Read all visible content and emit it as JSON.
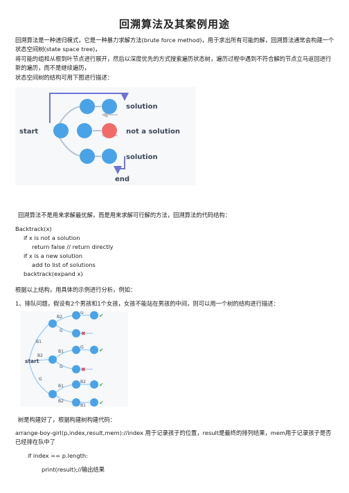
{
  "title": "回溯算法及其案例用途",
  "paragraphs": {
    "p1": "回溯算法是一种递归模式，它是一种暴力求解方法(brute force method)，用于求出所有可能的解，回溯算法通常会构建一个状态空间树(state space tree)，",
    "p2": "将可能的组和从根到叶节点进行展开，然后以深度优先的方式搜索遍历状态树，遍历过程中遇到不符合解的节点立马返回进行新的遍历，而不是继续遍历，",
    "p3": "状态空间树的结构可用下图进行描述：",
    "p4": "回溯算法不是用来求解最优解，而是用来求解可行解的方法，回溯算法的代码结构：",
    "p5": "根据以上结构，用具体的示例进行分析，例如：",
    "p6": "1、排队问题，假设有2个男孩和1个女孩，女孩不能站在男孩的中间，则可以用一个树的结构进行描述：",
    "p7": "树是构建好了，根据构建树构建代码：",
    "p8": "arrange-boy-girl(p,index,result,mem)://index 用于记录孩子的位置，result是最终的排列结果，mem用于记录孩子是否已经排在队中了"
  },
  "code": {
    "lines": [
      "Backtrack(x)",
      "if x is not a solution",
      "return false  // return directly",
      "if x is a new solution",
      "add to list of solutions",
      "backtrack(expand x)"
    ],
    "line2_1": "if index == p.length:",
    "line2_2": "print(result);//输出结果"
  },
  "diagram1": {
    "labels": {
      "start": "start",
      "solution_top": "solution",
      "not_solution": "not a solution",
      "solution_bottom": "solution",
      "end": "end"
    },
    "colors": {
      "node": "#4aa3e6",
      "bad": "#f26b6b",
      "blue_arrow": "#6f74d6",
      "text": "#3b4656"
    }
  },
  "diagram2": {
    "labels": {
      "start": "start",
      "b1": "B1",
      "b2": "B2",
      "g": "G",
      "l2_b2": "B2",
      "l2_g": "G",
      "l2b_b1": "B1",
      "l2b_g": "G",
      "l2c_b1": "B1",
      "l2c_b2": "B2",
      "l3a": "G",
      "l3b": "G",
      "l3c": "B2",
      "l3d": "B1"
    },
    "marks": {
      "check": "✔",
      "cross": "✖"
    },
    "colors": {
      "node": "#4aa3e6",
      "line": "#9ccbf0",
      "check": "#4caf50",
      "cross": "#e04040"
    }
  }
}
